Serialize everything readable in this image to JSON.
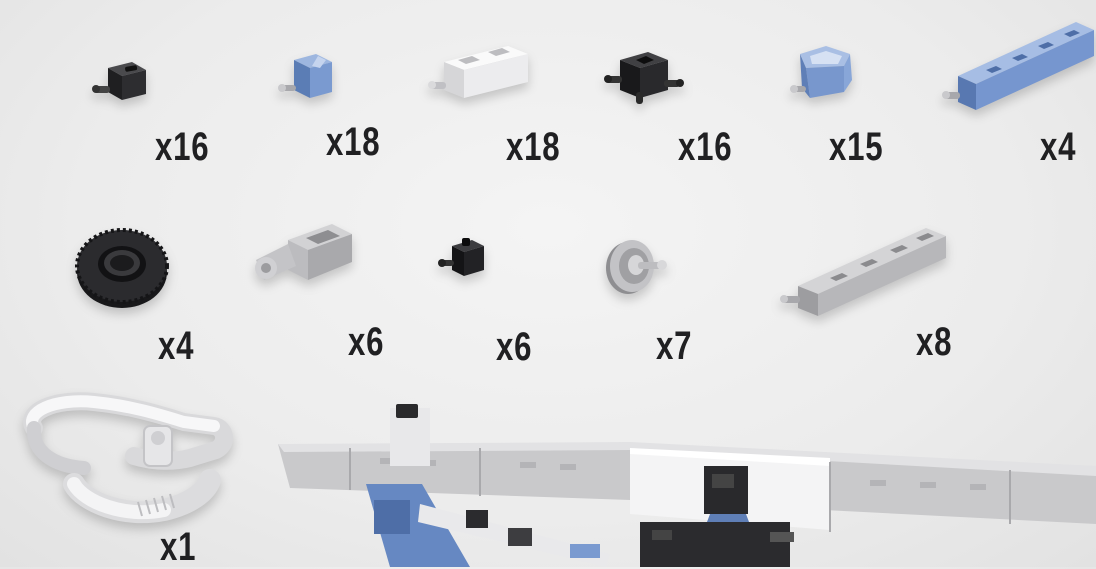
{
  "parts": [
    {
      "count": "x16",
      "icon": "black-small-connector-icon",
      "color": "#2a2a2c"
    },
    {
      "count": "x18",
      "icon": "blue-connector-icon",
      "color": "#6e8fc4"
    },
    {
      "count": "x18",
      "icon": "white-double-connector-icon",
      "color": "#efefef"
    },
    {
      "count": "x16",
      "icon": "black-cube-connector-icon",
      "color": "#232325"
    },
    {
      "count": "x15",
      "icon": "blue-pentagon-connector-icon",
      "color": "#7d9dd0"
    },
    {
      "count": "x4",
      "icon": "blue-long-beam-icon",
      "color": "#7595cc"
    },
    {
      "count": "x4",
      "icon": "black-tire-icon",
      "color": "#262628"
    },
    {
      "count": "x6",
      "icon": "gray-hinge-connector-icon",
      "color": "#b7b7b9"
    },
    {
      "count": "x6",
      "icon": "black-small-cross-connector-icon",
      "color": "#1e1e20"
    },
    {
      "count": "x7",
      "icon": "gray-pulley-wheel-icon",
      "color": "#a8a8aa"
    },
    {
      "count": "x8",
      "icon": "gray-long-beam-icon",
      "color": "#b9b9bb"
    },
    {
      "count": "x1",
      "icon": "white-clamp-icon",
      "color": "#f2f2f2"
    }
  ],
  "assembly": {
    "icon": "seesaw-assembly-icon"
  }
}
